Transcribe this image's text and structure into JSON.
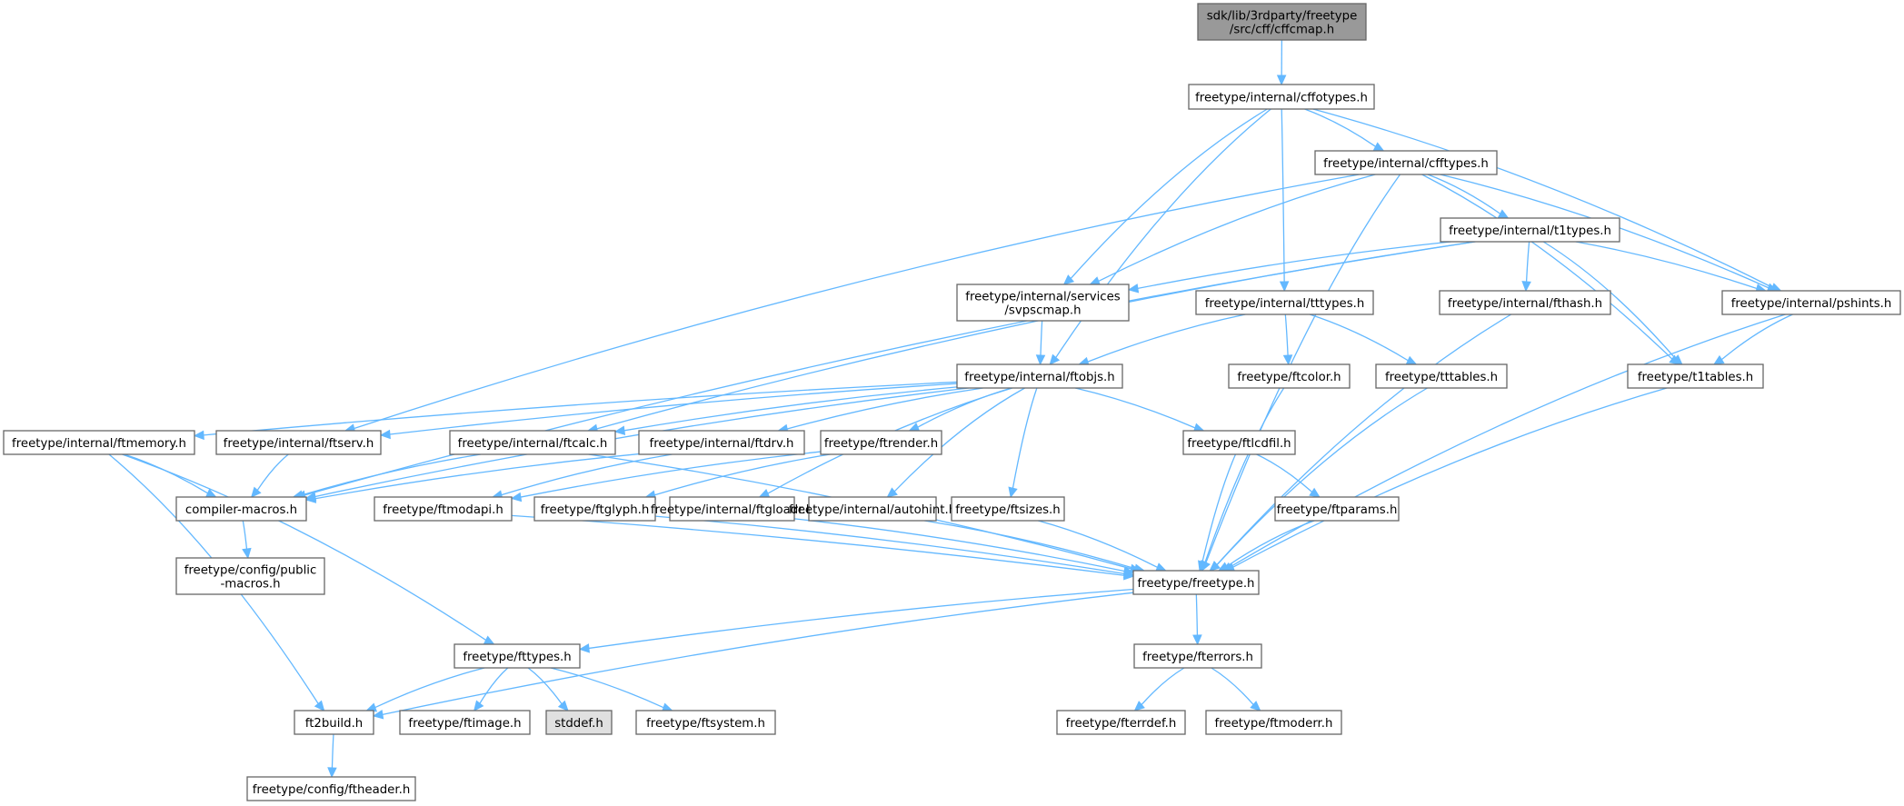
{
  "title": "Include dependency graph for sdk/lib/3rdparty/freetype/src/cff/cffcmap.h",
  "colors": {
    "edge": "#63b8ff",
    "node_border": "#666666",
    "root_fill": "#999999",
    "node_fill": "#ffffff",
    "system_fill": "#e0e0e0"
  },
  "nodes": [
    {
      "id": "root",
      "lines": [
        "sdk/lib/3rdparty/freetype",
        "/src/cff/cffcmap.h"
      ],
      "kind": "root"
    },
    {
      "id": "cffotypes",
      "lines": [
        "freetype/internal/cffotypes.h"
      ],
      "kind": "normal"
    },
    {
      "id": "cfftypes",
      "lines": [
        "freetype/internal/cfftypes.h"
      ],
      "kind": "normal"
    },
    {
      "id": "t1types",
      "lines": [
        "freetype/internal/t1types.h"
      ],
      "kind": "normal"
    },
    {
      "id": "svpscmap",
      "lines": [
        "freetype/internal/services",
        "/svpscmap.h"
      ],
      "kind": "normal"
    },
    {
      "id": "tttypes",
      "lines": [
        "freetype/internal/tttypes.h"
      ],
      "kind": "normal"
    },
    {
      "id": "fthash",
      "lines": [
        "freetype/internal/fthash.h"
      ],
      "kind": "normal"
    },
    {
      "id": "pshints",
      "lines": [
        "freetype/internal/pshints.h"
      ],
      "kind": "normal"
    },
    {
      "id": "ftobjs",
      "lines": [
        "freetype/internal/ftobjs.h"
      ],
      "kind": "normal"
    },
    {
      "id": "ftcolor",
      "lines": [
        "freetype/ftcolor.h"
      ],
      "kind": "normal"
    },
    {
      "id": "tttables",
      "lines": [
        "freetype/tttables.h"
      ],
      "kind": "normal"
    },
    {
      "id": "t1tables",
      "lines": [
        "freetype/t1tables.h"
      ],
      "kind": "normal"
    },
    {
      "id": "ftmemory",
      "lines": [
        "freetype/internal/ftmemory.h"
      ],
      "kind": "normal"
    },
    {
      "id": "ftserv",
      "lines": [
        "freetype/internal/ftserv.h"
      ],
      "kind": "normal"
    },
    {
      "id": "ftcalc",
      "lines": [
        "freetype/internal/ftcalc.h"
      ],
      "kind": "normal"
    },
    {
      "id": "ftdrv",
      "lines": [
        "freetype/internal/ftdrv.h"
      ],
      "kind": "normal"
    },
    {
      "id": "ftrender",
      "lines": [
        "freetype/ftrender.h"
      ],
      "kind": "normal"
    },
    {
      "id": "ftlcdfil",
      "lines": [
        "freetype/ftlcdfil.h"
      ],
      "kind": "normal"
    },
    {
      "id": "compilermacros",
      "lines": [
        "compiler-macros.h"
      ],
      "kind": "normal"
    },
    {
      "id": "ftmodapi",
      "lines": [
        "freetype/ftmodapi.h"
      ],
      "kind": "normal"
    },
    {
      "id": "ftglyph",
      "lines": [
        "freetype/ftglyph.h"
      ],
      "kind": "normal"
    },
    {
      "id": "ftgloadr",
      "lines": [
        "freetype/internal/ftgloadr.h"
      ],
      "kind": "normal"
    },
    {
      "id": "autohint",
      "lines": [
        "freetype/internal/autohint.h"
      ],
      "kind": "normal"
    },
    {
      "id": "ftsizes",
      "lines": [
        "freetype/ftsizes.h"
      ],
      "kind": "normal"
    },
    {
      "id": "ftparams",
      "lines": [
        "freetype/ftparams.h"
      ],
      "kind": "normal"
    },
    {
      "id": "publicmacros",
      "lines": [
        "freetype/config/public",
        "-macros.h"
      ],
      "kind": "normal"
    },
    {
      "id": "freetype",
      "lines": [
        "freetype/freetype.h"
      ],
      "kind": "normal"
    },
    {
      "id": "fttypes",
      "lines": [
        "freetype/fttypes.h"
      ],
      "kind": "normal"
    },
    {
      "id": "fterrors",
      "lines": [
        "freetype/fterrors.h"
      ],
      "kind": "normal"
    },
    {
      "id": "ft2build",
      "lines": [
        "ft2build.h"
      ],
      "kind": "normal"
    },
    {
      "id": "ftimage",
      "lines": [
        "freetype/ftimage.h"
      ],
      "kind": "normal"
    },
    {
      "id": "stddef",
      "lines": [
        "stddef.h"
      ],
      "kind": "system"
    },
    {
      "id": "ftsystem",
      "lines": [
        "freetype/ftsystem.h"
      ],
      "kind": "normal"
    },
    {
      "id": "fterrdef",
      "lines": [
        "freetype/fterrdef.h"
      ],
      "kind": "normal"
    },
    {
      "id": "ftmoderr",
      "lines": [
        "freetype/ftmoderr.h"
      ],
      "kind": "normal"
    },
    {
      "id": "ftheader",
      "lines": [
        "freetype/config/ftheader.h"
      ],
      "kind": "normal"
    }
  ],
  "edges": [
    [
      "root",
      "cffotypes"
    ],
    [
      "cffotypes",
      "cfftypes"
    ],
    [
      "cffotypes",
      "svpscmap"
    ],
    [
      "cffotypes",
      "tttypes"
    ],
    [
      "cffotypes",
      "pshints"
    ],
    [
      "cffotypes",
      "ftobjs"
    ],
    [
      "cfftypes",
      "t1types"
    ],
    [
      "cfftypes",
      "svpscmap"
    ],
    [
      "cfftypes",
      "pshints"
    ],
    [
      "cfftypes",
      "t1tables"
    ],
    [
      "cfftypes",
      "ftserv"
    ],
    [
      "cfftypes",
      "freetype"
    ],
    [
      "t1types",
      "svpscmap"
    ],
    [
      "t1types",
      "fthash"
    ],
    [
      "t1types",
      "pshints"
    ],
    [
      "t1types",
      "t1tables"
    ],
    [
      "t1types",
      "ftcalc"
    ],
    [
      "t1types",
      "compilermacros"
    ],
    [
      "svpscmap",
      "ftobjs"
    ],
    [
      "tttypes",
      "ftobjs"
    ],
    [
      "tttypes",
      "ftcolor"
    ],
    [
      "tttypes",
      "tttables"
    ],
    [
      "fthash",
      "freetype"
    ],
    [
      "pshints",
      "t1tables"
    ],
    [
      "pshints",
      "freetype"
    ],
    [
      "ftobjs",
      "ftmemory"
    ],
    [
      "ftobjs",
      "ftserv"
    ],
    [
      "ftobjs",
      "ftcalc"
    ],
    [
      "ftobjs",
      "ftdrv"
    ],
    [
      "ftobjs",
      "ftrender"
    ],
    [
      "ftobjs",
      "ftlcdfil"
    ],
    [
      "ftobjs",
      "ftgloadr"
    ],
    [
      "ftobjs",
      "autohint"
    ],
    [
      "ftobjs",
      "ftsizes"
    ],
    [
      "ftobjs",
      "compilermacros"
    ],
    [
      "ftcolor",
      "freetype"
    ],
    [
      "tttables",
      "freetype"
    ],
    [
      "t1tables",
      "freetype"
    ],
    [
      "ftmemory",
      "compilermacros"
    ],
    [
      "ftmemory",
      "fttypes"
    ],
    [
      "ftmemory",
      "ft2build"
    ],
    [
      "ftserv",
      "compilermacros"
    ],
    [
      "ftcalc",
      "compilermacros"
    ],
    [
      "ftcalc",
      "freetype"
    ],
    [
      "ftdrv",
      "compilermacros"
    ],
    [
      "ftdrv",
      "ftmodapi"
    ],
    [
      "ftrender",
      "ftmodapi"
    ],
    [
      "ftrender",
      "ftglyph"
    ],
    [
      "ftlcdfil",
      "freetype"
    ],
    [
      "ftlcdfil",
      "ftparams"
    ],
    [
      "compilermacros",
      "publicmacros"
    ],
    [
      "ftmodapi",
      "freetype"
    ],
    [
      "ftglyph",
      "freetype"
    ],
    [
      "ftgloadr",
      "freetype"
    ],
    [
      "autohint",
      "freetype"
    ],
    [
      "ftsizes",
      "freetype"
    ],
    [
      "ftparams",
      "freetype"
    ],
    [
      "freetype",
      "fttypes"
    ],
    [
      "freetype",
      "fterrors"
    ],
    [
      "freetype",
      "ft2build"
    ],
    [
      "fttypes",
      "ft2build"
    ],
    [
      "fttypes",
      "ftimage"
    ],
    [
      "fttypes",
      "stddef"
    ],
    [
      "fttypes",
      "ftsystem"
    ],
    [
      "fterrors",
      "fterrdef"
    ],
    [
      "fterrors",
      "ftmoderr"
    ],
    [
      "ft2build",
      "ftheader"
    ]
  ]
}
